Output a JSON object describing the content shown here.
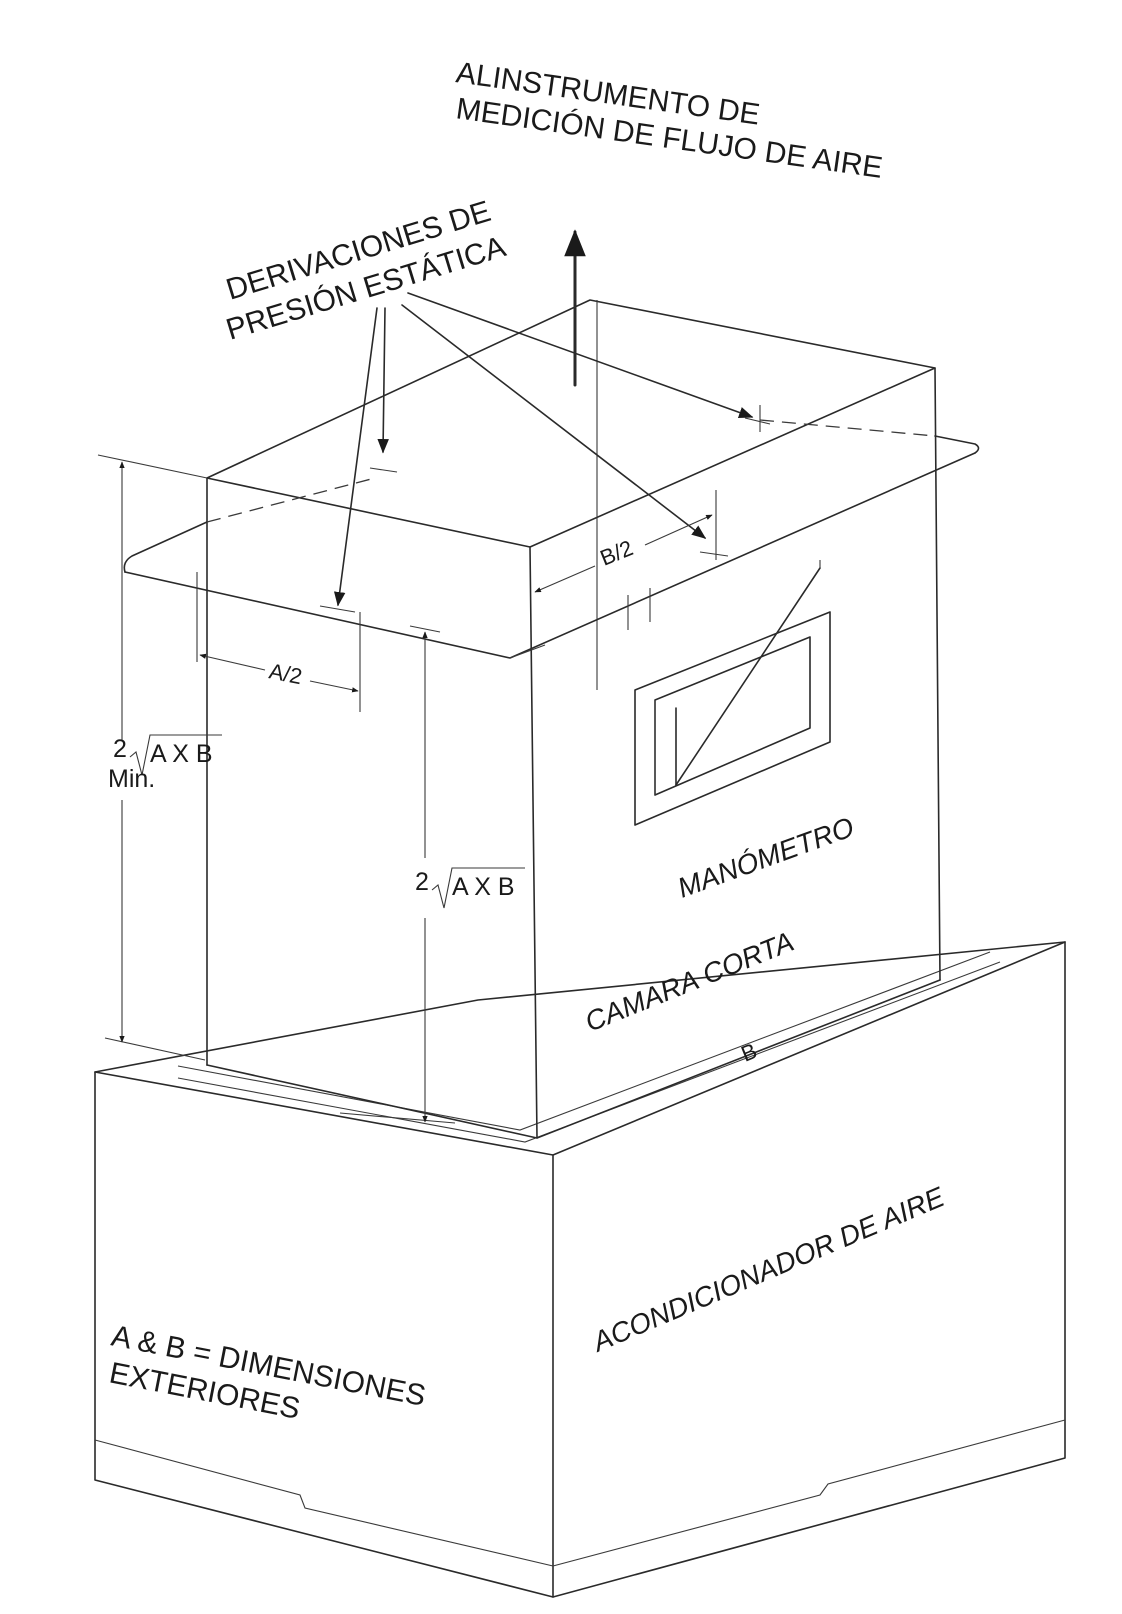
{
  "labels": {
    "airflow_line1": "ALINSTRUMENTO DE",
    "airflow_line2": "MEDICIÓN DE FLUJO DE AIRE",
    "taps_line1": "DERIVACIONES DE",
    "taps_line2": "PRESIÓN ESTÁTICA",
    "b_half": "B/2",
    "a_half": "A/2",
    "dim_outer_coef": "2",
    "dim_outer_radicand": "A X B",
    "dim_outer_min": "Min.",
    "dim_inner_coef": "2",
    "dim_inner_radicand": "A X B",
    "manometer": "MANÓMETRO",
    "short_chamber": "CAMARA CORTA",
    "air_conditioner": "ACONDICIONADOR DE AIRE",
    "legend_line1": "A & B = DIMENSIONES",
    "legend_line2": "EXTERIORES",
    "b_mark": "B"
  },
  "colors": {
    "ink": "#1a1a1a",
    "paper": "#ffffff"
  }
}
